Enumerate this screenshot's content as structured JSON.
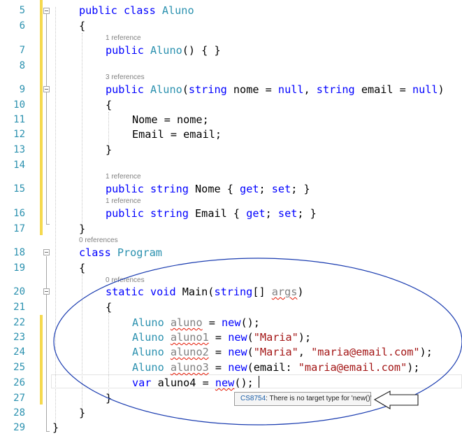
{
  "editor": {
    "lines": [
      {
        "n": "5",
        "parts": [
          {
            "t": "public class ",
            "c": "kw"
          },
          {
            "t": "Aluno",
            "c": "ty"
          }
        ]
      },
      {
        "n": "6",
        "parts": [
          {
            "t": "{"
          }
        ]
      },
      {
        "n": "7",
        "lens": "1 reference",
        "parts": [
          {
            "t": "public ",
            "c": "kw"
          },
          {
            "t": "Aluno",
            "c": "ty"
          },
          {
            "t": "() { }"
          }
        ]
      },
      {
        "n": "8",
        "parts": []
      },
      {
        "n": "9",
        "lens": "3 references",
        "parts": [
          {
            "t": "public ",
            "c": "kw"
          },
          {
            "t": "Aluno",
            "c": "ty"
          },
          {
            "t": "("
          },
          {
            "t": "string",
            "c": "kw"
          },
          {
            "t": " nome = "
          },
          {
            "t": "null",
            "c": "kw"
          },
          {
            "t": ", "
          },
          {
            "t": "string",
            "c": "kw"
          },
          {
            "t": " email = "
          },
          {
            "t": "null",
            "c": "kw"
          },
          {
            "t": ")"
          }
        ]
      },
      {
        "n": "10",
        "parts": [
          {
            "t": "{"
          }
        ]
      },
      {
        "n": "11",
        "parts": [
          {
            "t": "Nome = nome;"
          }
        ]
      },
      {
        "n": "12",
        "parts": [
          {
            "t": "Email = email;"
          }
        ]
      },
      {
        "n": "13",
        "parts": [
          {
            "t": "}"
          }
        ]
      },
      {
        "n": "14",
        "parts": []
      },
      {
        "n": "15",
        "lens": "1 reference",
        "parts": [
          {
            "t": "public ",
            "c": "kw"
          },
          {
            "t": "string",
            "c": "kw"
          },
          {
            "t": " Nome { "
          },
          {
            "t": "get",
            "c": "kw"
          },
          {
            "t": "; "
          },
          {
            "t": "set",
            "c": "kw"
          },
          {
            "t": "; }"
          }
        ]
      },
      {
        "n": "16",
        "lens": "1 reference",
        "parts": [
          {
            "t": "public ",
            "c": "kw"
          },
          {
            "t": "string",
            "c": "kw"
          },
          {
            "t": " Email { "
          },
          {
            "t": "get",
            "c": "kw"
          },
          {
            "t": "; "
          },
          {
            "t": "set",
            "c": "kw"
          },
          {
            "t": "; }"
          }
        ]
      },
      {
        "n": "17",
        "parts": [
          {
            "t": "}"
          }
        ]
      },
      {
        "n": "18",
        "lens": "0 references",
        "parts": [
          {
            "t": "class ",
            "c": "kw"
          },
          {
            "t": "Program",
            "c": "ty"
          }
        ]
      },
      {
        "n": "19",
        "parts": [
          {
            "t": "{"
          }
        ]
      },
      {
        "n": "20",
        "lens": "0 references",
        "parts": [
          {
            "t": "static ",
            "c": "kw"
          },
          {
            "t": "void ",
            "c": "kw"
          },
          {
            "t": "Main("
          },
          {
            "t": "string",
            "c": "kw"
          },
          {
            "t": "[] "
          },
          {
            "t": "args",
            "c": "unused squig"
          },
          {
            "t": ")"
          }
        ]
      },
      {
        "n": "21",
        "parts": [
          {
            "t": "{"
          }
        ]
      },
      {
        "n": "22",
        "parts": [
          {
            "t": "Aluno ",
            "c": "ty"
          },
          {
            "t": "aluno",
            "c": "unused squig"
          },
          {
            "t": " = "
          },
          {
            "t": "new",
            "c": "kw"
          },
          {
            "t": "();"
          }
        ]
      },
      {
        "n": "23",
        "parts": [
          {
            "t": "Aluno ",
            "c": "ty"
          },
          {
            "t": "aluno1",
            "c": "unused squig"
          },
          {
            "t": " = "
          },
          {
            "t": "new",
            "c": "kw"
          },
          {
            "t": "("
          },
          {
            "t": "\"Maria\"",
            "c": "str"
          },
          {
            "t": ");"
          }
        ]
      },
      {
        "n": "24",
        "parts": [
          {
            "t": "Aluno ",
            "c": "ty"
          },
          {
            "t": "aluno2",
            "c": "unused squig"
          },
          {
            "t": " = "
          },
          {
            "t": "new",
            "c": "kw"
          },
          {
            "t": "("
          },
          {
            "t": "\"Maria\"",
            "c": "str"
          },
          {
            "t": ", "
          },
          {
            "t": "\"maria@email.com\"",
            "c": "str"
          },
          {
            "t": ");"
          }
        ]
      },
      {
        "n": "25",
        "parts": [
          {
            "t": "Aluno ",
            "c": "ty"
          },
          {
            "t": "aluno3",
            "c": "unused squig"
          },
          {
            "t": " = "
          },
          {
            "t": "new",
            "c": "kw"
          },
          {
            "t": "(email: "
          },
          {
            "t": "\"maria@email.com\"",
            "c": "str"
          },
          {
            "t": ");"
          }
        ]
      },
      {
        "n": "26",
        "parts": [
          {
            "t": "var ",
            "c": "kw"
          },
          {
            "t": "aluno4 = "
          },
          {
            "t": "new",
            "c": "kw squig"
          },
          {
            "t": "();"
          }
        ]
      },
      {
        "n": "27",
        "parts": [
          {
            "t": "}"
          }
        ]
      },
      {
        "n": "28",
        "parts": [
          {
            "t": "}"
          }
        ]
      },
      {
        "n": "29",
        "parts": [
          {
            "t": "}"
          }
        ]
      }
    ]
  },
  "tooltip": {
    "code": "CS8754",
    "message": ": There is no target type for 'new()'"
  },
  "colors": {
    "keyword": "#0000ff",
    "type": "#2b91af",
    "string": "#a31515",
    "annotation": "#1a3cb0"
  }
}
